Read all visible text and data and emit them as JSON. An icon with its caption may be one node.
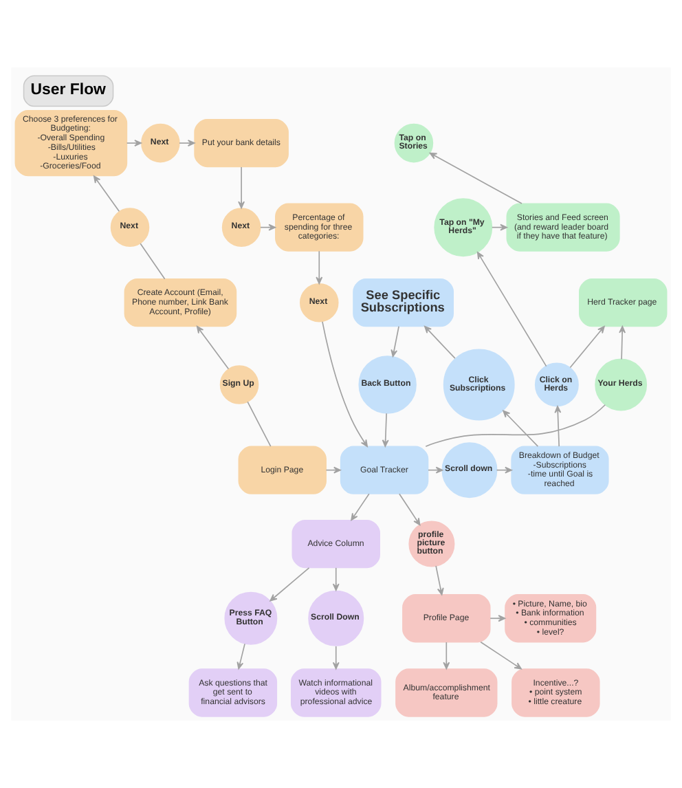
{
  "diagram": {
    "title": "User Flow",
    "nodes": [
      {
        "text": [
          "Choose 3 preferences for Budgeting:",
          "-Overall Spending",
          "-Bills/Utilities",
          "-Luxuries",
          "-Groceries/Food"
        ]
      },
      {
        "text": [
          "Next"
        ]
      },
      {
        "text": [
          "Put your bank details"
        ]
      },
      {
        "text": [
          "Next"
        ]
      },
      {
        "text": [
          "Tap on Stories"
        ]
      },
      {
        "text": [
          "Percentage of spending for three categories:"
        ]
      },
      {
        "text": [
          "Next"
        ]
      },
      {
        "text": [
          "Stories and Feed screen (and reward leader board if they have that feature)"
        ]
      },
      {
        "text": [
          "Tap on \"My Herds\""
        ]
      },
      {
        "text": [
          "Create Account (Email, Phone number, Link Bank Account, Profile)"
        ]
      },
      {
        "text": [
          "Next"
        ]
      },
      {
        "text": [
          "Herd Tracker page"
        ]
      },
      {
        "text": [
          "See Specific Subscriptions"
        ]
      },
      {
        "text": [
          "Sign Up"
        ]
      },
      {
        "text": [
          "Your Herds"
        ]
      },
      {
        "text": [
          "Back Button"
        ]
      },
      {
        "text": [
          "Click Subscriptions"
        ]
      },
      {
        "text": [
          "Click on Herds"
        ]
      },
      {
        "text": [
          "Login Page"
        ]
      },
      {
        "text": [
          "Goal Tracker"
        ]
      },
      {
        "text": [
          "Scroll down"
        ]
      },
      {
        "text": [
          "Breakdown of Budget",
          "-Subscriptions",
          "-time until Goal is reached"
        ]
      },
      {
        "text": [
          "profile picture button"
        ]
      },
      {
        "text": [
          "• Picture, Name, bio",
          "• Bank information",
          "• communities",
          "• level?"
        ]
      },
      {
        "text": [
          "Advice Column"
        ]
      },
      {
        "text": [
          "Profile Page"
        ]
      },
      {
        "text": [
          "Incentive...?",
          "• point system",
          "• little creature"
        ]
      },
      {
        "text": [
          "Press FAQ Button"
        ]
      },
      {
        "text": [
          "Scroll Down"
        ]
      },
      {
        "text": [
          "Album/accomplishment feature"
        ]
      },
      {
        "text": [
          "Ask questions that get sent to financial advisors"
        ]
      },
      {
        "text": [
          "Watch informational videos with professional advice"
        ]
      }
    ],
    "edges": [
      {
        "from": 18,
        "to": 13,
        "arrow": "none"
      },
      {
        "from": 13,
        "to": 9,
        "arrow": "to"
      },
      {
        "from": 9,
        "to": 6,
        "arrow": "none"
      },
      {
        "from": 6,
        "to": 0,
        "arrow": "to"
      },
      {
        "from": 0,
        "to": 1,
        "arrow": "to"
      },
      {
        "from": 1,
        "to": 2,
        "arrow": "to"
      },
      {
        "from": 2,
        "to": 3,
        "arrow": "to"
      },
      {
        "from": 3,
        "to": 5,
        "arrow": "to"
      },
      {
        "from": 5,
        "to": 10,
        "arrow": "to"
      },
      {
        "from": 10,
        "to": 19,
        "arrow": "to"
      },
      {
        "from": 18,
        "to": 19,
        "arrow": "to"
      },
      {
        "from": 19,
        "to": 14,
        "arrow": "none"
      },
      {
        "from": 14,
        "to": 11,
        "arrow": "to"
      },
      {
        "from": 19,
        "to": 20,
        "arrow": "to"
      },
      {
        "from": 20,
        "to": 21,
        "arrow": "to"
      },
      {
        "from": 21,
        "to": 16,
        "arrow": "to"
      },
      {
        "from": 16,
        "to": 12,
        "arrow": "to"
      },
      {
        "from": 12,
        "to": 15,
        "arrow": "to"
      },
      {
        "from": 15,
        "to": 19,
        "arrow": "to"
      },
      {
        "from": 21,
        "to": 17,
        "arrow": "to"
      },
      {
        "from": 17,
        "to": 11,
        "arrow": "to"
      },
      {
        "from": 17,
        "to": 8,
        "arrow": "to"
      },
      {
        "from": 8,
        "to": 7,
        "arrow": "to"
      },
      {
        "from": 7,
        "to": 4,
        "arrow": "to"
      },
      {
        "from": 19,
        "to": 22,
        "arrow": "to"
      },
      {
        "from": 19,
        "to": 24,
        "arrow": "to"
      },
      {
        "from": 22,
        "to": 25,
        "arrow": "to"
      },
      {
        "from": 25,
        "to": 23,
        "arrow": "to"
      },
      {
        "from": 25,
        "to": 26,
        "arrow": "to"
      },
      {
        "from": 25,
        "to": 29,
        "arrow": "to"
      },
      {
        "from": 24,
        "to": 27,
        "arrow": "to"
      },
      {
        "from": 24,
        "to": 28,
        "arrow": "to"
      },
      {
        "from": 27,
        "to": 30,
        "arrow": "to"
      },
      {
        "from": 28,
        "to": 31,
        "arrow": "to"
      }
    ]
  }
}
